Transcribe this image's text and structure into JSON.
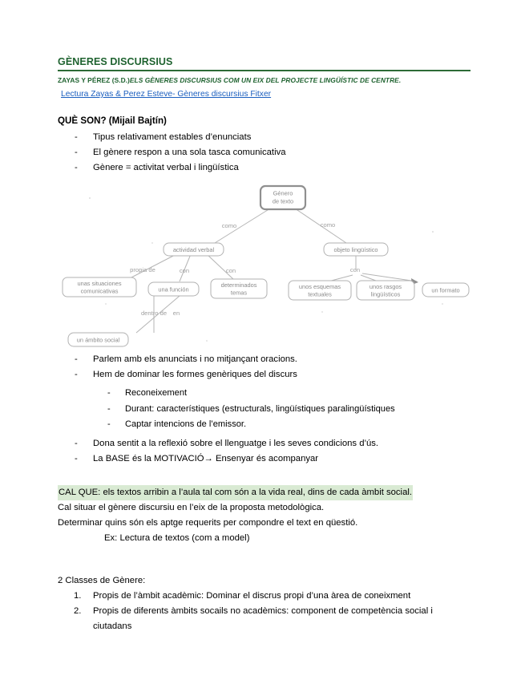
{
  "document": {
    "title": "GÈNERES DISCURSIUS",
    "subtitle_plain": "ZAYAS Y PÉREZ (S.D.)",
    "subtitle_italic": "ELS GÈNERES DISCURSIUS COM UN EIX DEL PROJECTE LINGÜÍSTIC DE CENTRE.",
    "link_text": " Lectura Zayas & Perez Esteve- Gèneres discursius Fitxer",
    "title_color": "#1f6330",
    "rule_color": "#2d6b37",
    "link_color": "#1b5fbf",
    "highlight_color": "#d9ead3"
  },
  "section_what": {
    "heading": "QUÈ SON? (Mijail Bajtín)",
    "bullets": [
      "Tipus relativament estables d’enunciats",
      "El gènere respon a una sola tasca comunicativa",
      "Gènere = activitat verbal i lingüística"
    ]
  },
  "diagram": {
    "nodes": {
      "root": "Género de texto",
      "actividad_verbal": "actividad verbal",
      "objeto_linguistico": "objeto lingüístico",
      "unas_situaciones": "unas situaciones comunicativas",
      "una_funcion": "una función",
      "determinados_temas": "determinados temas",
      "unos_esquemas": "unos esquemas textuales",
      "unos_rasgos": "unos rasgos lingüísticos",
      "un_formato": "un formato",
      "un_ambito_social": "un ámbito social"
    },
    "node_lines": {
      "root": [
        "Género",
        "de texto"
      ],
      "unas_situaciones": [
        "unas situaciones",
        "comunicativas"
      ],
      "determinados_temas": [
        "determinados",
        "temas"
      ],
      "unos_esquemas": [
        "unos esquemas",
        "textuales"
      ],
      "unos_rasgos": [
        "unos rasgos",
        "lingüísticos"
      ]
    },
    "edge_labels": {
      "como_left": "como",
      "como_right": "como",
      "propia_de": "propia de",
      "con_funcion": "con",
      "con_temas": "con",
      "con_objeto": "con",
      "dentro_de": "dentro de",
      "en": "en"
    }
  },
  "section_discourse": {
    "bullets": [
      "Parlem amb els anunciats i no mitjançant oracions.",
      "Hem de dominar les formes genèriques del discurs"
    ],
    "sub_bullets": [
      "Reconeixement",
      "Durant: característiques (estructurals, lingüístiques paralingüístiques",
      "Captar intencions de l’emissor."
    ],
    "bullets_after": [
      "Dona sentit a la reflexió sobre el llenguatge i les seves condicions d’ús.",
      "La BASE és la MOTIVACIÓ→ Ensenyar és acompanyar"
    ]
  },
  "section_calque": {
    "highlighted": "CAL QUE: els textos arribin a l’aula tal com són a la vida real, dins de cada àmbit social.",
    "lines": [
      "Cal situar el gènere discursiu  en l’eix de la proposta metodològica.",
      "Determinar quins són els aptge requerits per compondre el text en qüestió."
    ],
    "example": "Ex: Lectura de textos (com a model)"
  },
  "section_classes": {
    "heading": "2 Classes de Gènere:",
    "items": [
      {
        "num": "1.",
        "text": "Propis de l’àmbit acadèmic: Dominar el discrus propi d’una àrea de coneixment"
      },
      {
        "num": "2.",
        "text": "Propis de diferents àmbits socails no acadèmics: component de competència social i ciutadans"
      }
    ]
  }
}
